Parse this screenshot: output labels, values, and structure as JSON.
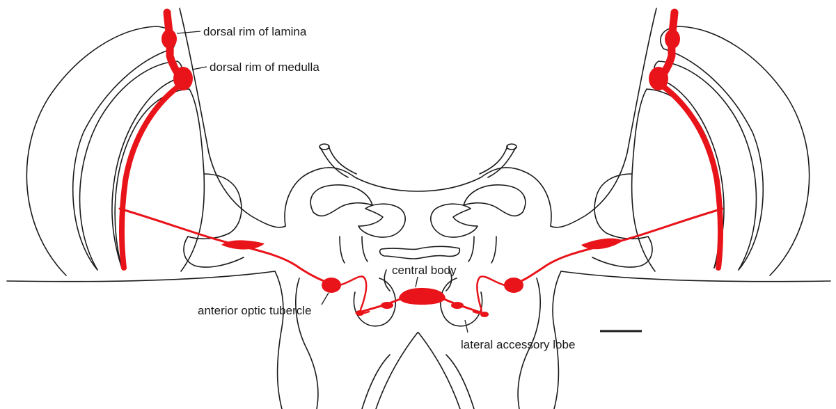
{
  "labels": {
    "dorsal_rim_lamina": "dorsal rim of lamina",
    "dorsal_rim_medulla": "dorsal rim of medulla",
    "central_body": "central body",
    "anterior_optic_tubercle": "anterior optic tubercle",
    "lateral_accessory_lobe": "lateral accessory lobe"
  },
  "colors": {
    "outline": "#1a1a1a",
    "highlight": "#e8141a",
    "background": "#ffffff"
  },
  "scale_bar": {
    "present": true
  }
}
